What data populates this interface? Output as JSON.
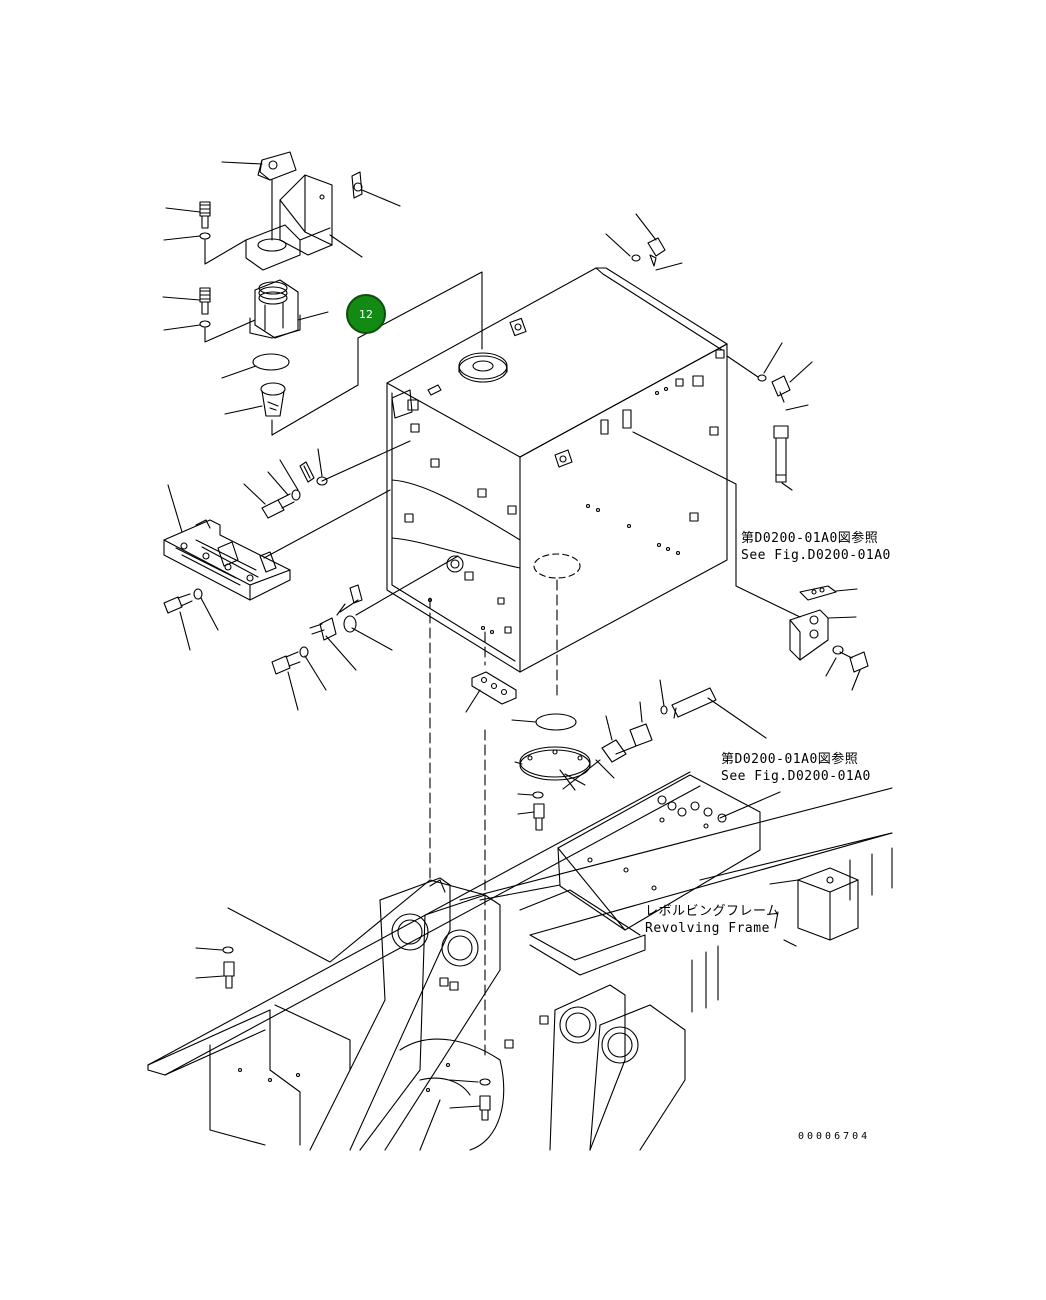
{
  "callout": {
    "number": "12",
    "color": "#138a13"
  },
  "notes": {
    "see_fig_upper": {
      "ja": "第D0200-01A0図参照",
      "en": "See Fig.D0200-01A0"
    },
    "see_fig_lower": {
      "ja": "第D0200-01A0図参照",
      "en": "See Fig.D0200-01A0"
    },
    "revolving_frame": {
      "ja": "レボルビングフレーム",
      "en": "Revolving Frame"
    }
  },
  "drawing_number": "00006704",
  "colors": {
    "line": "#000000",
    "background": "#ffffff"
  }
}
